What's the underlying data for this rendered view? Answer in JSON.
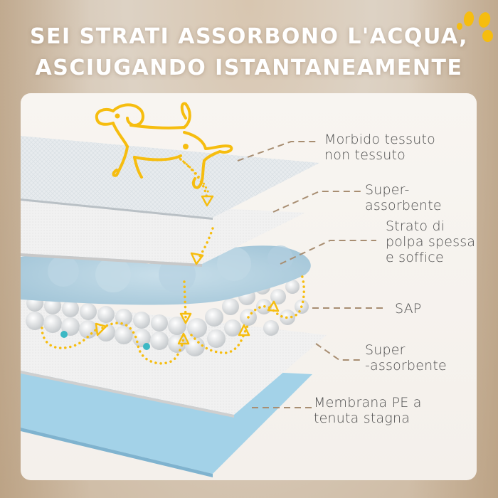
{
  "header": {
    "title_line_1": "SEI STRATI ASSORBONO L'ACQUA,",
    "title_line_2": "ASCIUGANDO ISTANTANEAMENTE",
    "paw_icon": "paw-print-icon",
    "paw_color": "#f6bd0f"
  },
  "illustration": {
    "icon": "dog-peeing-icon",
    "accent_color": "#f6bd0f",
    "layers": [
      {
        "label_line_1": "Morbido tessuto",
        "label_line_2": "non tessuto"
      },
      {
        "label_line_1": "Super-assorbente"
      },
      {
        "label_line_1": "Strato di",
        "label_line_2": "polpa spessa",
        "label_line_3": "e soffice"
      },
      {
        "label_line_1": "SAP"
      },
      {
        "label_line_1": "Super",
        "label_line_2": "-assorbente"
      },
      {
        "label_line_1": "Membrana PE a",
        "label_line_2": "tenuta stagna"
      }
    ],
    "colors": {
      "leader_line": "#a88e72",
      "sheet": "#eef0f1",
      "fluff": "#b9d4e2",
      "membrane": "#a3d2e8",
      "drop": "#3cb8c4"
    }
  }
}
